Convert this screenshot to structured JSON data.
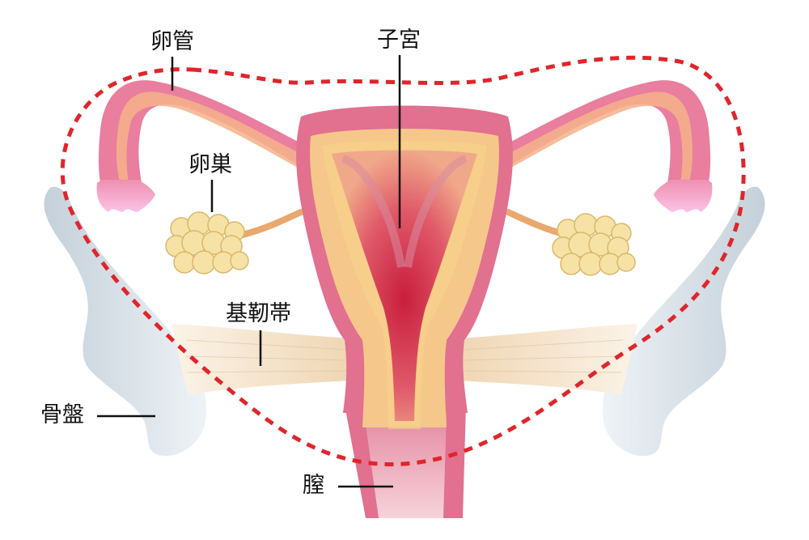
{
  "labels": {
    "fallopian_tube": "卵管",
    "uterus": "子宮",
    "ovary": "卵巣",
    "cardinal_ligament": "基靭帯",
    "pelvis": "骨盤",
    "vagina": "膣"
  },
  "colors": {
    "uterus_wall": "#e2708f",
    "uterus_inner": "#f6c78b",
    "cavity": "#e05a6a",
    "cavity_core": "#c81e3c",
    "tube_outer": "#e97e9e",
    "tube_inner": "#f4b28a",
    "fimbria": "#f9a8d8",
    "ovary": "#f7e2a6",
    "ovary_edge": "#d9b86a",
    "bone": "#e7edf1",
    "bone_shadow": "#c4d0da",
    "ligament": "#f1dcc0",
    "vagina": "#f2b8c2",
    "dashed_outline": "#e0252b"
  }
}
